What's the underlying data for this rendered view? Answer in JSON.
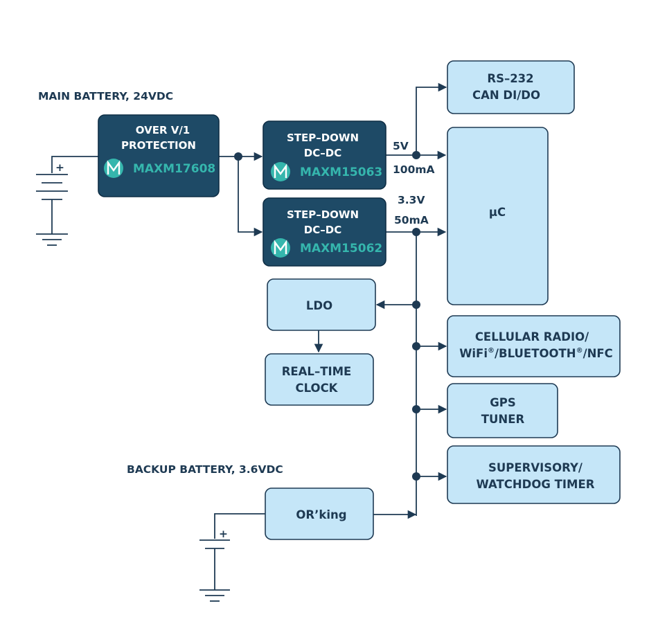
{
  "labels": {
    "main_battery": "MAIN BATTERY, 24VDC",
    "backup_battery": "BACKUP BATTERY, 3.6VDC",
    "v5": "5V",
    "i100": "100mA",
    "v33": "3.3V",
    "i50": "50mA",
    "plus": "+"
  },
  "blocks": {
    "protection": {
      "line1": "OVER V/1",
      "line2": "PROTECTION",
      "part": "MAXM17608"
    },
    "stepdown1": {
      "line1": "STEP–DOWN",
      "line2": "DC–DC",
      "part": "MAXM15063"
    },
    "stepdown2": {
      "line1": "STEP–DOWN",
      "line2": "DC–DC",
      "part": "MAXM15062"
    },
    "rs232": {
      "line1": "RS–232",
      "line2": "CAN DI/DO"
    },
    "uc": {
      "label": "µC"
    },
    "ldo": {
      "label": "LDO"
    },
    "rtc": {
      "line1": "REAL–TIME",
      "line2": "CLOCK"
    },
    "cellular": {
      "line1": "CELLULAR RADIO/",
      "wifi": "WiFi",
      "reg": "®",
      "bt": "/BLUETOOTH",
      "nfc": "/NFC"
    },
    "gps": {
      "line1": "GPS",
      "line2": "TUNER"
    },
    "supervisory": {
      "line1": "SUPERVISORY/",
      "line2": "WATCHDOG TIMER"
    },
    "oring": {
      "label": "OR’king"
    }
  },
  "colors": {
    "light_block": "#c5e6f8",
    "dark_block": "#1e4a66",
    "wire": "#1e3a53",
    "teal": "#35b6ad"
  }
}
